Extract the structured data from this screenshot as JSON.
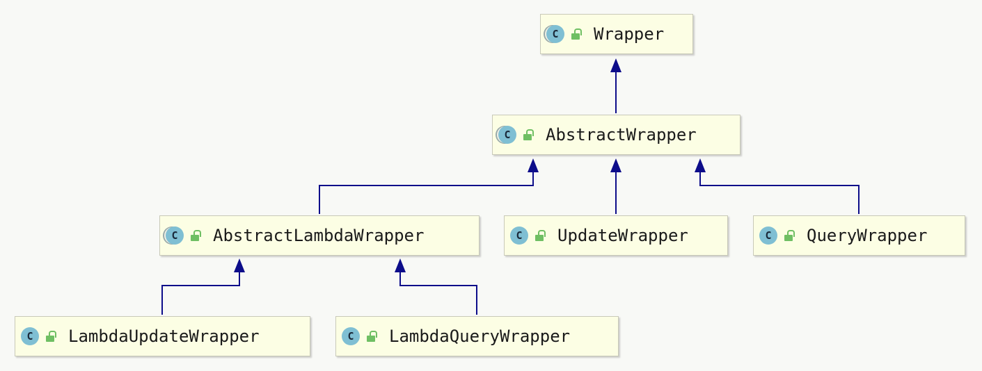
{
  "nodes": {
    "wrapper": {
      "label": "Wrapper",
      "kind": "class",
      "abstract": true
    },
    "abstract_wrapper": {
      "label": "AbstractWrapper",
      "kind": "class",
      "abstract": true
    },
    "abstract_lambda_wrapper": {
      "label": "AbstractLambdaWrapper",
      "kind": "class",
      "abstract": true
    },
    "update_wrapper": {
      "label": "UpdateWrapper",
      "kind": "class",
      "abstract": false
    },
    "query_wrapper": {
      "label": "QueryWrapper",
      "kind": "class",
      "abstract": false
    },
    "lambda_update_wrapper": {
      "label": "LambdaUpdateWrapper",
      "kind": "class",
      "abstract": false
    },
    "lambda_query_wrapper": {
      "label": "LambdaQueryWrapper",
      "kind": "class",
      "abstract": false
    }
  },
  "class_icon_letter": "C",
  "edges": [
    {
      "from": "abstract_wrapper",
      "to": "wrapper",
      "relation": "extends"
    },
    {
      "from": "abstract_lambda_wrapper",
      "to": "abstract_wrapper",
      "relation": "extends"
    },
    {
      "from": "update_wrapper",
      "to": "abstract_wrapper",
      "relation": "extends"
    },
    {
      "from": "query_wrapper",
      "to": "abstract_wrapper",
      "relation": "extends"
    },
    {
      "from": "lambda_update_wrapper",
      "to": "abstract_lambda_wrapper",
      "relation": "extends"
    },
    {
      "from": "lambda_query_wrapper",
      "to": "abstract_lambda_wrapper",
      "relation": "extends"
    }
  ],
  "colors": {
    "node_fill": "#fcfee4",
    "edge": "#0d0d8a",
    "class_icon": "#7fbfd3",
    "lock_icon": "#6fbf63",
    "background": "#f8f9f6"
  }
}
